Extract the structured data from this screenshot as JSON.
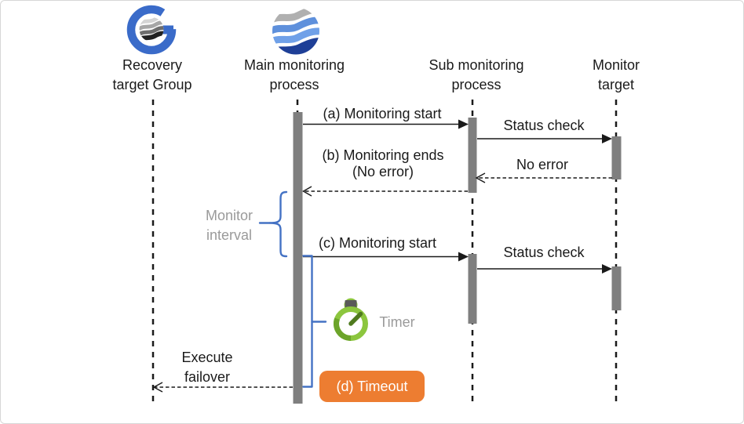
{
  "lifelines": [
    {
      "id": "recovery-target-group",
      "line1": "Recovery",
      "line2": "target Group",
      "icon": "group-logo-icon"
    },
    {
      "id": "main-monitoring-process",
      "line1": "Main monitoring",
      "line2": "process",
      "icon": "waves-logo-icon"
    },
    {
      "id": "sub-monitoring-process",
      "line1": "Sub monitoring",
      "line2": "process"
    },
    {
      "id": "monitor-target",
      "line1": "Monitor",
      "line2": "target"
    }
  ],
  "messages": {
    "a": "(a) Monitoring start",
    "status_check_1": "Status check",
    "no_error": "No error",
    "b_line1": "(b) Monitoring ends",
    "b_line2": "(No error)",
    "c": "(c) Monitoring start",
    "status_check_2": "Status check",
    "failover_line1": "Execute",
    "failover_line2": "failover"
  },
  "annotations": {
    "interval_line1": "Monitor",
    "interval_line2": "interval",
    "timer": "Timer",
    "timeout": "(d) Timeout"
  },
  "colors": {
    "accent_blue": "#4472C4",
    "timeout_orange": "#ED7D31",
    "activation_gray": "#7F7F7F",
    "muted_text": "#9A9A9A",
    "timer_green": "#8CC63E",
    "timer_green_dark": "#6CA42A",
    "logo_blue": "#3A6BC9",
    "logo_navy": "#1E3F97",
    "line_black": "#1A1A1A"
  }
}
